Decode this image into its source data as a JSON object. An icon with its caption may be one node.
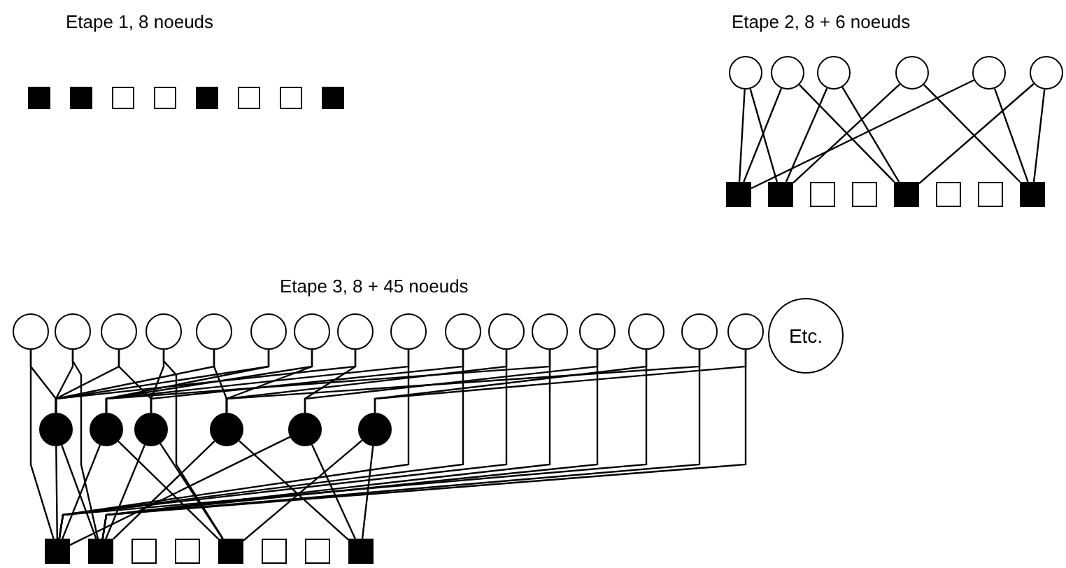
{
  "diagram": {
    "nodes": [
      {
        "text": [],
        "shape": "box"
      },
      {
        "text": [],
        "shape": "box"
      },
      {
        "text": [],
        "shape": "box"
      },
      {
        "text": [],
        "shape": "box"
      },
      {
        "text": [],
        "shape": "box"
      },
      {
        "text": [],
        "shape": "box"
      },
      {
        "text": [],
        "shape": "box"
      },
      {
        "text": [],
        "shape": "box"
      },
      {
        "text": [],
        "shape": "circle"
      },
      {
        "text": [],
        "shape": "circle"
      },
      {
        "text": [],
        "shape": "circle"
      },
      {
        "text": [],
        "shape": "circle"
      },
      {
        "text": [],
        "shape": "circle"
      },
      {
        "text": [],
        "shape": "circle"
      },
      {
        "text": [],
        "shape": "box"
      },
      {
        "text": [],
        "shape": "box"
      },
      {
        "text": [],
        "shape": "box"
      },
      {
        "text": [],
        "shape": "box"
      },
      {
        "text": [],
        "shape": "box"
      },
      {
        "text": [],
        "shape": "box"
      },
      {
        "text": [],
        "shape": "box"
      },
      {
        "text": [],
        "shape": "box"
      },
      {
        "text": [],
        "shape": "circle"
      },
      {
        "text": [],
        "shape": "circle"
      },
      {
        "text": [],
        "shape": "circle"
      },
      {
        "text": [],
        "shape": "circle"
      },
      {
        "text": [],
        "shape": "circle"
      },
      {
        "text": [],
        "shape": "circle"
      },
      {
        "text": [],
        "shape": "circle"
      },
      {
        "text": [],
        "shape": "circle"
      },
      {
        "text": [],
        "shape": "circle"
      },
      {
        "text": [],
        "shape": "circle"
      },
      {
        "text": [],
        "shape": "circle"
      },
      {
        "text": [],
        "shape": "circle"
      },
      {
        "text": [],
        "shape": "circle"
      },
      {
        "text": [],
        "shape": "circle"
      },
      {
        "text": [],
        "shape": "circle"
      },
      {
        "text": [],
        "shape": "circle"
      },
      {
        "text": [
          "Etc."
        ]
      },
      {
        "text": [],
        "shape": "circle"
      },
      {
        "text": [],
        "shape": "circle"
      },
      {
        "text": [],
        "shape": "circle"
      },
      {
        "text": [],
        "shape": "circle"
      },
      {
        "text": [],
        "shape": "circle"
      },
      {
        "text": [],
        "shape": "circle"
      },
      {
        "text": [],
        "shape": "box"
      },
      {
        "text": [],
        "shape": "box"
      },
      {
        "text": [],
        "shape": "box"
      },
      {
        "text": [],
        "shape": "box"
      },
      {
        "text": [],
        "shape": "box"
      },
      {
        "text": [],
        "shape": "box"
      },
      {
        "text": [],
        "shape": "box"
      },
      {
        "text": [],
        "shape": "box"
      }
    ],
    "edges": [
      {
        "from": 8,
        "to": 14,
        "arrow": "none"
      },
      {
        "from": 8,
        "to": 15,
        "arrow": "none"
      },
      {
        "from": 9,
        "to": 14,
        "arrow": "none"
      },
      {
        "from": 9,
        "to": 18,
        "arrow": "none"
      },
      {
        "from": 10,
        "to": 15,
        "arrow": "none"
      },
      {
        "from": 10,
        "to": 18,
        "arrow": "none"
      },
      {
        "from": 11,
        "to": 15,
        "arrow": "none"
      },
      {
        "from": 11,
        "to": 21,
        "arrow": "none"
      },
      {
        "from": 12,
        "to": 14,
        "arrow": "none"
      },
      {
        "from": 12,
        "to": 21,
        "arrow": "none"
      },
      {
        "from": 13,
        "to": 18,
        "arrow": "none"
      },
      {
        "from": 13,
        "to": 21,
        "arrow": "none"
      },
      {
        "from": 22,
        "to": 45,
        "arrow": "none"
      },
      {
        "from": 22,
        "to": 39,
        "arrow": "none"
      },
      {
        "from": 23,
        "to": 39,
        "arrow": "none"
      },
      {
        "from": 23,
        "to": 46,
        "arrow": "none"
      },
      {
        "from": 24,
        "to": 39,
        "arrow": "none"
      },
      {
        "from": 24,
        "to": 41,
        "arrow": "none"
      },
      {
        "from": 25,
        "to": 41,
        "arrow": "none"
      },
      {
        "from": 25,
        "to": 49,
        "arrow": "none"
      },
      {
        "from": 26,
        "to": 39,
        "arrow": "none"
      },
      {
        "from": 26,
        "to": 42,
        "arrow": "none"
      },
      {
        "from": 27,
        "to": 39,
        "arrow": "none"
      },
      {
        "from": 27,
        "to": 40,
        "arrow": "none"
      },
      {
        "from": 28,
        "to": 40,
        "arrow": "none"
      },
      {
        "from": 28,
        "to": 42,
        "arrow": "none"
      },
      {
        "from": 29,
        "to": 39,
        "arrow": "none"
      },
      {
        "from": 29,
        "to": 43,
        "arrow": "none"
      },
      {
        "from": 30,
        "to": 40,
        "arrow": "none"
      },
      {
        "from": 30,
        "to": 45,
        "arrow": "none"
      },
      {
        "from": 31,
        "to": 41,
        "arrow": "none"
      },
      {
        "from": 31,
        "to": 45,
        "arrow": "none"
      },
      {
        "from": 32,
        "to": 42,
        "arrow": "none"
      },
      {
        "from": 32,
        "to": 45,
        "arrow": "none"
      },
      {
        "from": 33,
        "to": 40,
        "arrow": "none"
      },
      {
        "from": 33,
        "to": 46,
        "arrow": "none"
      },
      {
        "from": 34,
        "to": 43,
        "arrow": "none"
      },
      {
        "from": 34,
        "to": 46,
        "arrow": "none"
      },
      {
        "from": 35,
        "to": 44,
        "arrow": "none"
      },
      {
        "from": 35,
        "to": 45,
        "arrow": "none"
      },
      {
        "from": 36,
        "to": 42,
        "arrow": "none"
      },
      {
        "from": 36,
        "to": 46,
        "arrow": "none"
      },
      {
        "from": 37,
        "to": 44,
        "arrow": "none"
      },
      {
        "from": 37,
        "to": 46,
        "arrow": "none"
      },
      {
        "from": 39,
        "to": 45,
        "arrow": "none"
      },
      {
        "from": 39,
        "to": 46,
        "arrow": "none"
      },
      {
        "from": 40,
        "to": 45,
        "arrow": "none"
      },
      {
        "from": 40,
        "to": 49,
        "arrow": "none"
      },
      {
        "from": 41,
        "to": 46,
        "arrow": "none"
      },
      {
        "from": 41,
        "to": 49,
        "arrow": "none"
      },
      {
        "from": 42,
        "to": 46,
        "arrow": "none"
      },
      {
        "from": 42,
        "to": 52,
        "arrow": "none"
      },
      {
        "from": 43,
        "to": 45,
        "arrow": "none"
      },
      {
        "from": 43,
        "to": 52,
        "arrow": "none"
      },
      {
        "from": 44,
        "to": 49,
        "arrow": "none"
      },
      {
        "from": 44,
        "to": 52,
        "arrow": "none"
      }
    ],
    "labels": [
      "Etape 1, 8 noeuds",
      "Etape 2, 8 + 6 noeuds",
      "Etape 3, 8 + 45 noeuds"
    ]
  }
}
